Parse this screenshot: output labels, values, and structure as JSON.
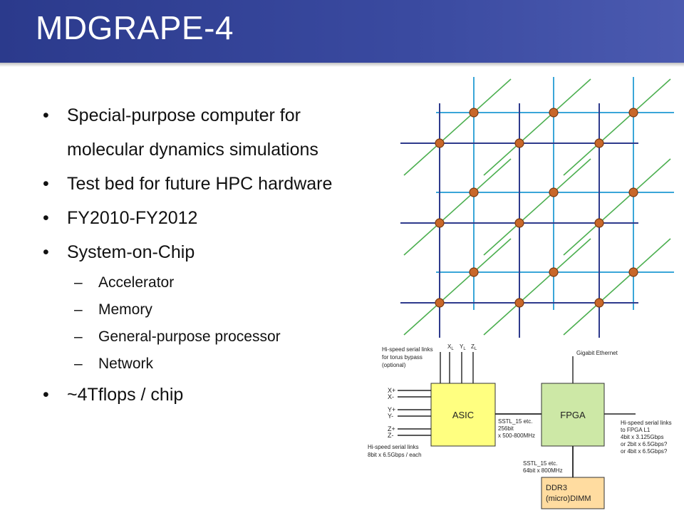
{
  "slide": {
    "title": "MDGRAPE-4",
    "bullets": [
      {
        "level": 1,
        "lines": [
          "Special-purpose computer for",
          "molecular dynamics simulations"
        ]
      },
      {
        "level": 1,
        "lines": [
          "Test bed for future HPC hardware"
        ]
      },
      {
        "level": 1,
        "lines": [
          "FY2010-FY2012"
        ]
      },
      {
        "level": 1,
        "lines": [
          "System-on-Chip"
        ]
      },
      {
        "level": 2,
        "lines": [
          "Accelerator"
        ]
      },
      {
        "level": 2,
        "lines": [
          "Memory"
        ]
      },
      {
        "level": 2,
        "lines": [
          "General-purpose processor"
        ]
      },
      {
        "level": 2,
        "lines": [
          "Network"
        ]
      },
      {
        "level": 1,
        "lines": [
          "~4Tflops / chip"
        ]
      }
    ]
  },
  "colors": {
    "header": "#2b3a8c",
    "grid_dark": "#2e3a8c",
    "grid_light": "#3aa6d8",
    "grid_green": "#4caf50",
    "node": "#c8672a",
    "asic": "#ffff80",
    "fpga": "#cde8a6",
    "ddr3": "#ffdca0"
  },
  "diagram": {
    "asic_label": "ASIC",
    "fpga_label": "FPGA",
    "ddr3_label": [
      "DDR3",
      "(micro)DIMM"
    ],
    "torus_bypass_label": [
      "Hi-speed serial links",
      "for torus bypass",
      "(optional)"
    ],
    "xyz_labels": [
      {
        "main": "X",
        "sub": "L"
      },
      {
        "main": "Y",
        "sub": "L"
      },
      {
        "main": "Z",
        "sub": "L"
      }
    ],
    "port_labels": [
      "X+",
      "X-",
      "Y+",
      "Y-",
      "Z+",
      "Z-"
    ],
    "serial_links_label": [
      "Hi-speed serial links",
      "8bit x 6.5Gbps / each"
    ],
    "asic_fpga_link_label": [
      "SSTL_15 etc.",
      "256bit",
      "x 500-800MHz"
    ],
    "gigabit_label": "Gigabit Ethernet",
    "fpga_serial_label": [
      "Hi-speed serial links",
      "to FPGA L1",
      "4bit x 3.125Gbps",
      "or 2bit x 6.5Gbps?",
      "or 4bit x 6.5Gbps?"
    ],
    "ddr_link_label": [
      "SSTL_15 etc.",
      "64bit x 800MHz"
    ]
  }
}
